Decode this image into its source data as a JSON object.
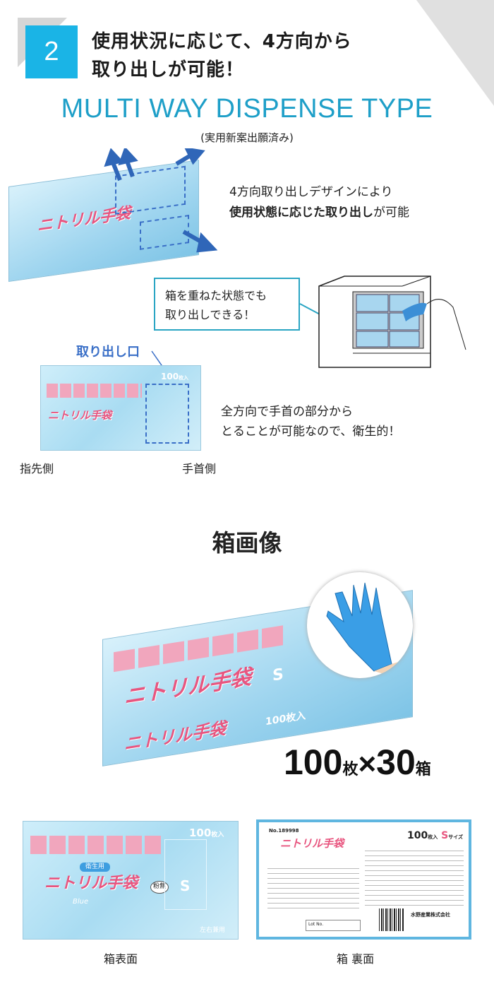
{
  "header": {
    "number": "2",
    "title_line1": "使用状況に応じて、4方向から",
    "title_line2": "取り出しが可能！"
  },
  "feature": {
    "title": "MULTI WAY DISPENSE TYPE",
    "note": "(実用新案出願済み)"
  },
  "desc1": {
    "line1": "4方向取り出しデザインにより",
    "line2_bold": "使用状態に応じた取り出し",
    "line2_rest": "が可能"
  },
  "callout": {
    "line1": "箱を重ねた状態でも",
    "line2": "取り出しできる！"
  },
  "dispense": {
    "label": "取り出し口",
    "line1": "全方向で手首の部分から",
    "line2": "とることが可能なので、衛生的！",
    "left_label": "指先側",
    "right_label": "手首側"
  },
  "box_images": {
    "title": "箱画像",
    "quantity_num1": "100",
    "quantity_unit1": "枚",
    "times": "×",
    "quantity_num2": "30",
    "quantity_unit2": "箱",
    "front_label": "箱表面",
    "back_label": "箱 裏面"
  },
  "product": {
    "logo": "ニトリル手袋",
    "sub": "Blue",
    "count": "100",
    "count_unit": "枚入",
    "size": "S",
    "size_unit": "サイズ",
    "powder": "粉無",
    "badge": "衛生用",
    "lot": "Lot No.",
    "item_no": "No.189998",
    "maker": "水野産業株式会社",
    "both_hands": "左右兼用"
  },
  "colors": {
    "accent": "#1ab4e6",
    "title_blue": "#1e9fc8",
    "label_blue": "#3a6fc7",
    "callout_border": "#2aa5c3",
    "logo_pink": "#e8557f"
  }
}
